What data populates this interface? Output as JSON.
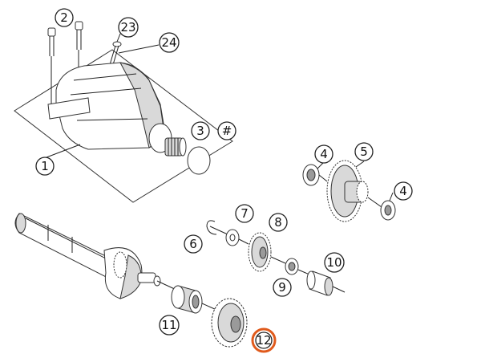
{
  "diagram": {
    "callouts": {
      "c1": "1",
      "c2": "2",
      "c3": "3",
      "c_hash": "#",
      "c4a": "4",
      "c4b": "4",
      "c5": "5",
      "c6": "6",
      "c7": "7",
      "c8": "8",
      "c9": "9",
      "c10": "10",
      "c11": "11",
      "c12": "12",
      "c23": "23",
      "c24": "24"
    },
    "highlight_color": "#e05a1c"
  }
}
